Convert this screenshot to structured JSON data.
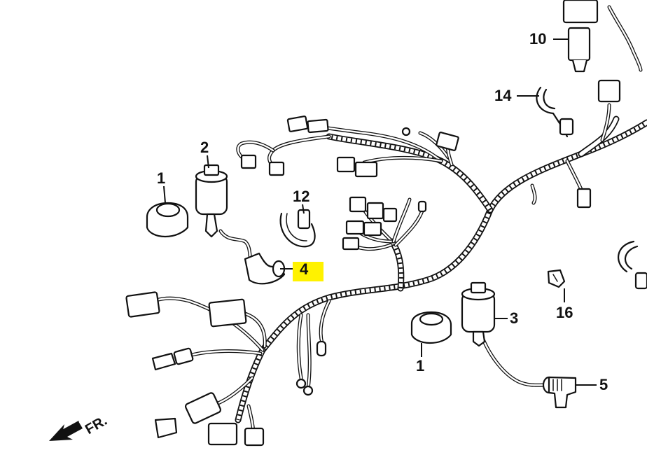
{
  "highlight_color": "#fff200",
  "callouts": [
    {
      "id": "1a",
      "text": "1"
    },
    {
      "id": "2",
      "text": "2"
    },
    {
      "id": "12",
      "text": "12"
    },
    {
      "id": "4",
      "text": "4"
    },
    {
      "id": "10",
      "text": "10"
    },
    {
      "id": "14",
      "text": "14"
    },
    {
      "id": "16",
      "text": "16"
    },
    {
      "id": "3",
      "text": "3"
    },
    {
      "id": "1b",
      "text": "1"
    },
    {
      "id": "5",
      "text": "5"
    }
  ],
  "direction_label": "FR.",
  "icons": {
    "front_arrow": "arrow-down-left-icon"
  }
}
